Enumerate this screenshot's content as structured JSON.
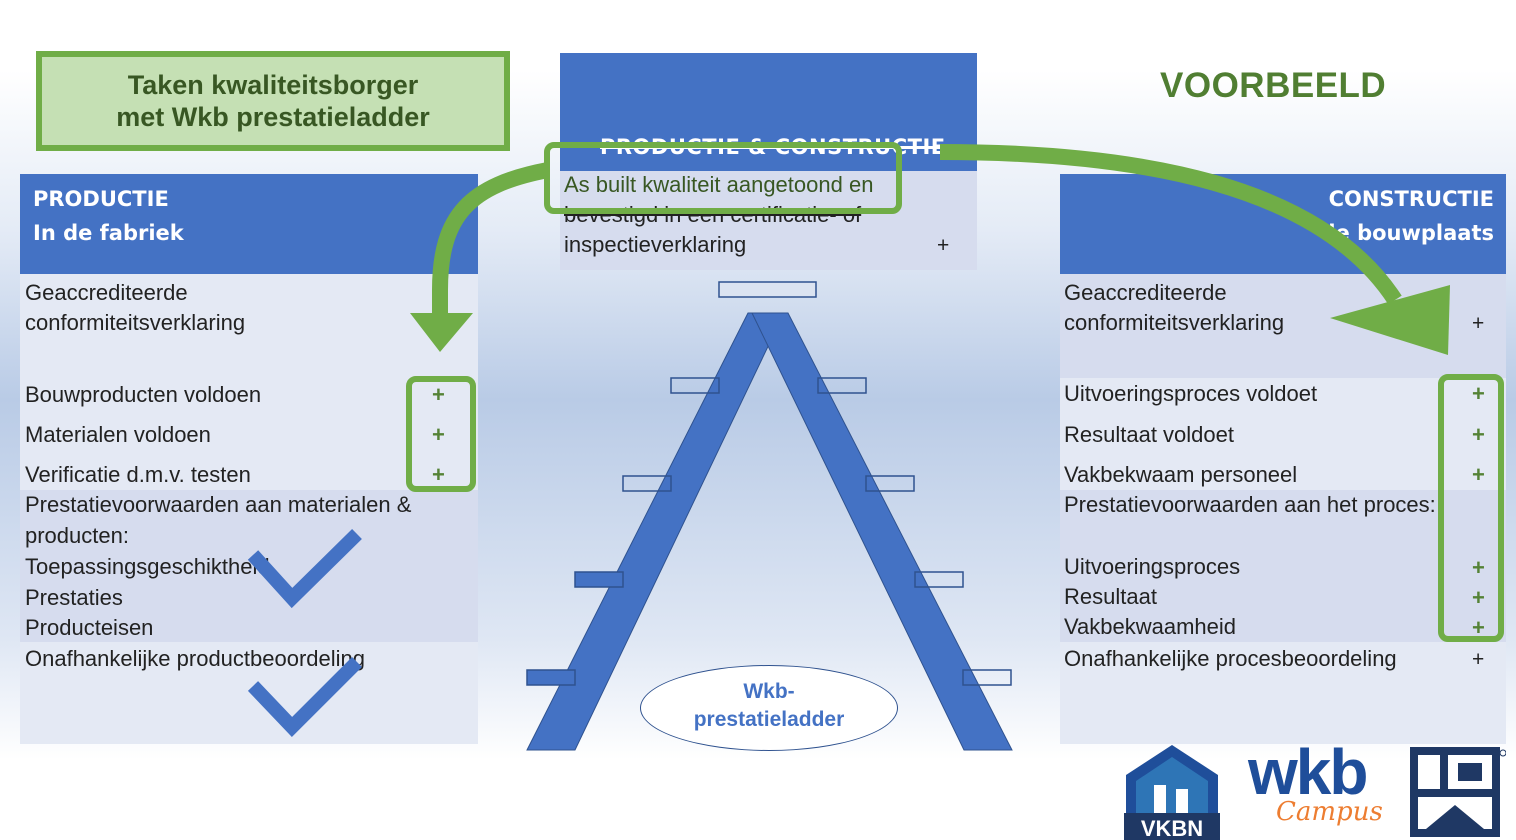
{
  "title_box": {
    "line1": "Taken kwaliteitsborger",
    "line2": "met Wkb prestatieladder"
  },
  "voorbeeld": "VOORBEELD",
  "middle": {
    "header": "PRODUCTIE & CONSTRUCTIE",
    "text_line1": "As built kwaliteit aangetoond en",
    "text_line2": "bevestigd in een certificatie- of",
    "text_line3": "inspectieverklaring",
    "plus": "+"
  },
  "left": {
    "header_line1": "PRODUCTIE",
    "header_line2": "In de fabriek",
    "accr_line1": "Geaccrediteerde",
    "accr_line2": "conformiteitsverklaring",
    "items": [
      "Bouwproducten voldoen",
      "Materialen voldoen",
      "Verificatie d.m.v. testen"
    ],
    "plus": "+",
    "prest_line1": "Prestatievoorwaarden aan materialen &",
    "prest_line2": "producten:",
    "prest_items": [
      "Toepassingsgeschiktheid",
      "Prestaties",
      "Producteisen"
    ],
    "onafh": "Onafhankelijke productbeoordeling"
  },
  "right": {
    "header_line1": "CONSTRUCTIE",
    "header_line2": "de bouwplaats",
    "accr_line1": "Geaccrediteerde",
    "accr_line2": "conformiteitsverklaring",
    "items": [
      "Uitvoeringsproces voldoet",
      "Resultaat voldoet",
      "Vakbekwaam personeel"
    ],
    "prest_line1": "Prestatievoorwaarden aan het proces:",
    "prest_items": [
      "Uitvoeringsproces",
      "Resultaat",
      "Vakbekwaamheid"
    ],
    "onafh": "Onafhankelijke procesbeoordeling",
    "plus": "+"
  },
  "ladder": {
    "label_line1": "Wkb-",
    "label_line2": "prestatieladder"
  },
  "logos": {
    "vkbn": "VKBN",
    "wkb": "wkb",
    "campus": "Campus"
  },
  "colors": {
    "blue": "#4472c4",
    "green": "#70ad47",
    "dark_green": "#548235",
    "band": "#d6dcee"
  }
}
